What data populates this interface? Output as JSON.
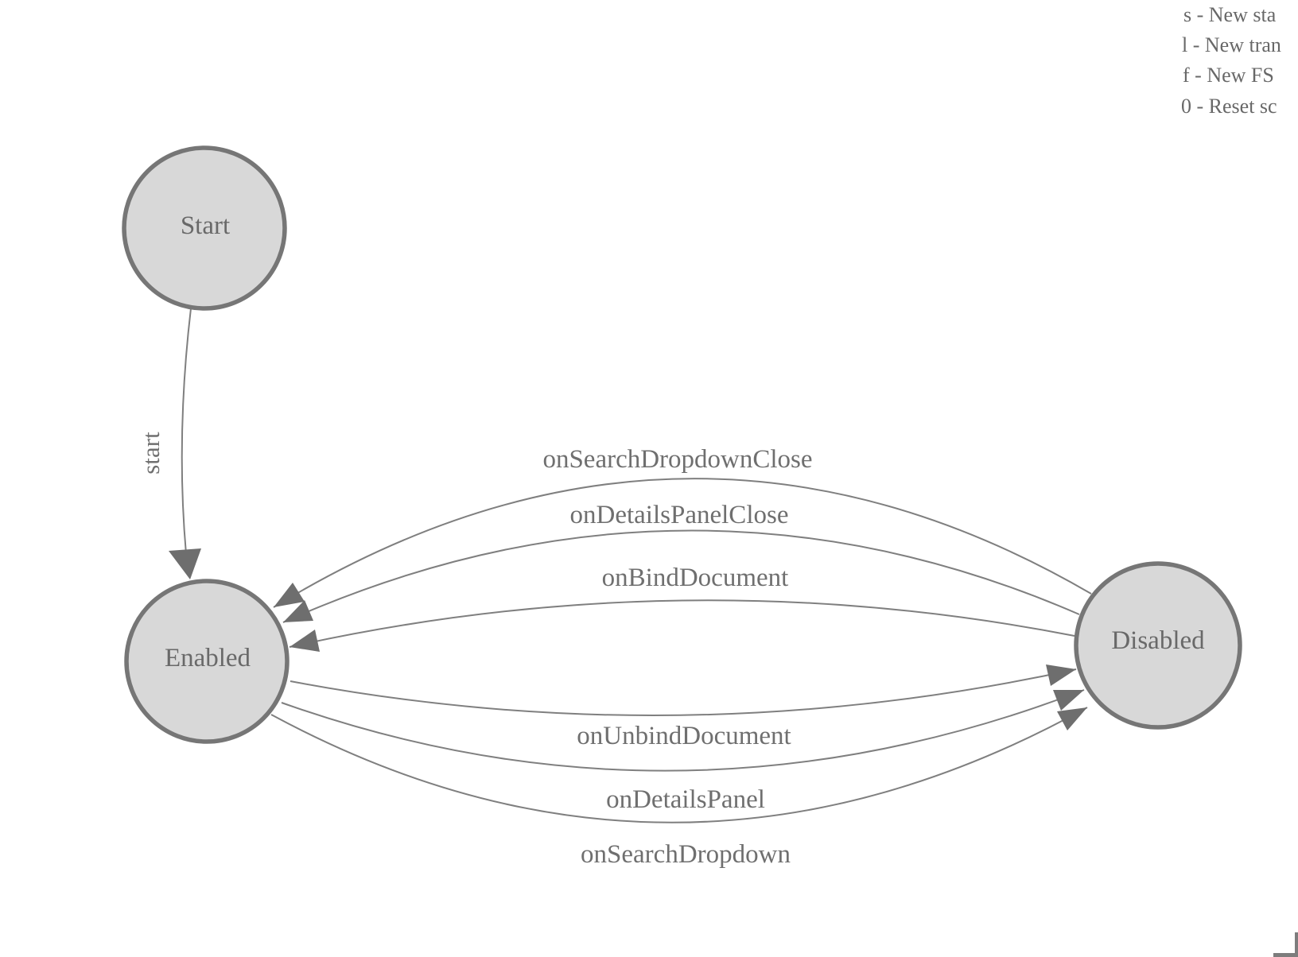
{
  "page": {
    "background": "#ffffff"
  },
  "legend": {
    "lines": [
      {
        "text": "s - New sta"
      },
      {
        "text": "l - New tran"
      },
      {
        "text": "f - New FS"
      },
      {
        "text": "0 - Reset sc"
      }
    ]
  },
  "states": [
    {
      "id": "start",
      "label": "Start"
    },
    {
      "id": "enabled",
      "label": "Enabled"
    },
    {
      "id": "disabled",
      "label": "Disabled"
    }
  ],
  "transitions": [
    {
      "label": "start",
      "from": "Start",
      "to": "Enabled"
    },
    {
      "label": "onSearchDropdownClose",
      "from": "Disabled",
      "to": "Enabled"
    },
    {
      "label": "onDetailsPanelClose",
      "from": "Disabled",
      "to": "Enabled"
    },
    {
      "label": "onBindDocument",
      "from": "Disabled",
      "to": "Enabled"
    },
    {
      "label": "onUnbindDocument",
      "from": "Enabled",
      "to": "Disabled"
    },
    {
      "label": "onDetailsPanel",
      "from": "Enabled",
      "to": "Disabled"
    },
    {
      "label": "onSearchDropdown",
      "from": "Enabled",
      "to": "Disabled"
    }
  ],
  "colors": {
    "state_fill": "#d8d8d8",
    "state_stroke": "#767676",
    "edge_stroke": "#7f7f7f",
    "arrow_fill": "#6e6e6e",
    "state_text": "#696969",
    "edge_text": "#6f6f6f",
    "legend_text": "#686868"
  }
}
